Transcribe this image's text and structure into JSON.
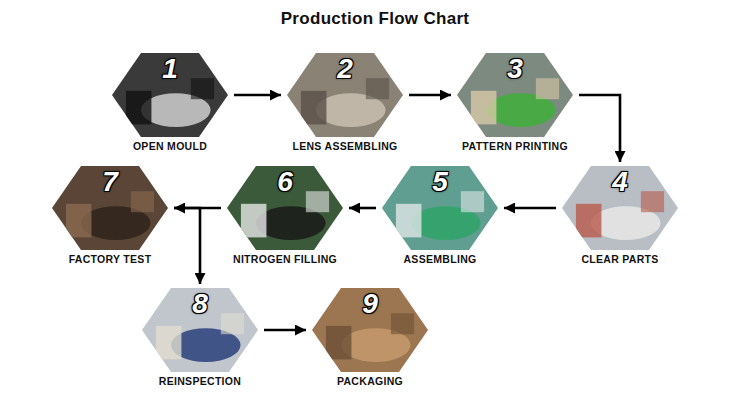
{
  "diagram": {
    "title": "Production Flow Chart",
    "nodes": [
      {
        "text": [
          "1",
          "OPEN MOULD"
        ]
      },
      {
        "text": [
          "2",
          "LENS ASSEMBLING"
        ]
      },
      {
        "text": [
          "3",
          "PATTERN PRINTING"
        ]
      },
      {
        "text": [
          "4",
          "CLEAR PARTS"
        ]
      },
      {
        "text": [
          "5",
          "ASSEMBLING"
        ]
      },
      {
        "text": [
          "6",
          "NITROGEN FILLING"
        ]
      },
      {
        "text": [
          "7",
          "FACTORY TEST"
        ]
      },
      {
        "text": [
          "8",
          "REINSPECTION"
        ]
      },
      {
        "text": [
          "9",
          "PACKAGING"
        ]
      }
    ],
    "edges": [
      {
        "from": 0,
        "to": 1,
        "arrow": "to"
      },
      {
        "from": 1,
        "to": 2,
        "arrow": "to"
      },
      {
        "from": 2,
        "to": 3,
        "arrow": "to"
      },
      {
        "from": 3,
        "to": 4,
        "arrow": "to"
      },
      {
        "from": 4,
        "to": 5,
        "arrow": "to"
      },
      {
        "from": 5,
        "to": 6,
        "arrow": "to"
      },
      {
        "from": 6,
        "to": 7,
        "arrow": "to"
      },
      {
        "from": 7,
        "to": 8,
        "arrow": "to"
      }
    ]
  }
}
